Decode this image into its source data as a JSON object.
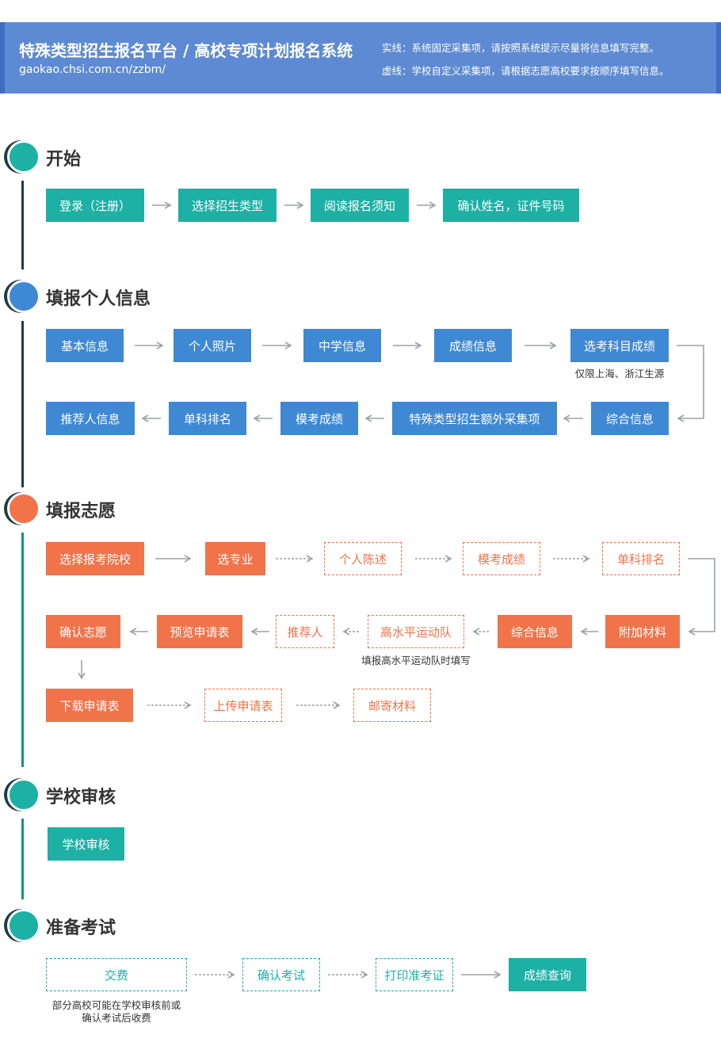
{
  "header": {
    "title": "特殊类型招生报名平台 / 高校专项计划报名系统",
    "url": "gaokao.chsi.com.cn/zzbm/",
    "note_solid": "实线：系统固定采集项，请按照系统提示尽量将信息填写完整。",
    "note_dashed": "虚线：学校自定义采集项，请根据志愿高校要求按顺序填写信息。"
  },
  "sections": {
    "start": {
      "title": "开始",
      "color": "#1db0a5",
      "steps": [
        "登录（注册）",
        "选择招生类型",
        "阅读报名须知",
        "确认姓名，证件号码"
      ]
    },
    "personal": {
      "title": "填报个人信息",
      "color": "#3f88d3",
      "row1": [
        "基本信息",
        "个人照片",
        "中学信息",
        "成绩信息",
        "选考科目成绩"
      ],
      "row1_note": "仅限上海、浙江生源",
      "row2": [
        "推荐人信息",
        "单科排名",
        "模考成绩",
        "特殊类型招生额外采集项",
        "综合信息"
      ]
    },
    "wish": {
      "title": "填报志愿",
      "color": "#f0734a",
      "row1": [
        "选择报考院校",
        "选专业",
        "个人陈述",
        "模考成绩",
        "单科排名"
      ],
      "row2": [
        "确认志愿",
        "预览申请表",
        "推荐人",
        "高水平运动队",
        "综合信息",
        "附加材料"
      ],
      "row2_note": "填报高水平运动队时填写",
      "row3": [
        "下载申请表",
        "上传申请表",
        "邮寄材料"
      ]
    },
    "review": {
      "title": "学校审核",
      "color": "#1db0a5",
      "steps": [
        "学校审核"
      ]
    },
    "exam": {
      "title": "准备考试",
      "color": "#1db0a5",
      "steps": [
        "交费",
        "确认考试",
        "打印准考证",
        "成绩查询"
      ],
      "note_line1": "部分高校可能在学校审核前或",
      "note_line2": "确认考试后收费"
    }
  }
}
